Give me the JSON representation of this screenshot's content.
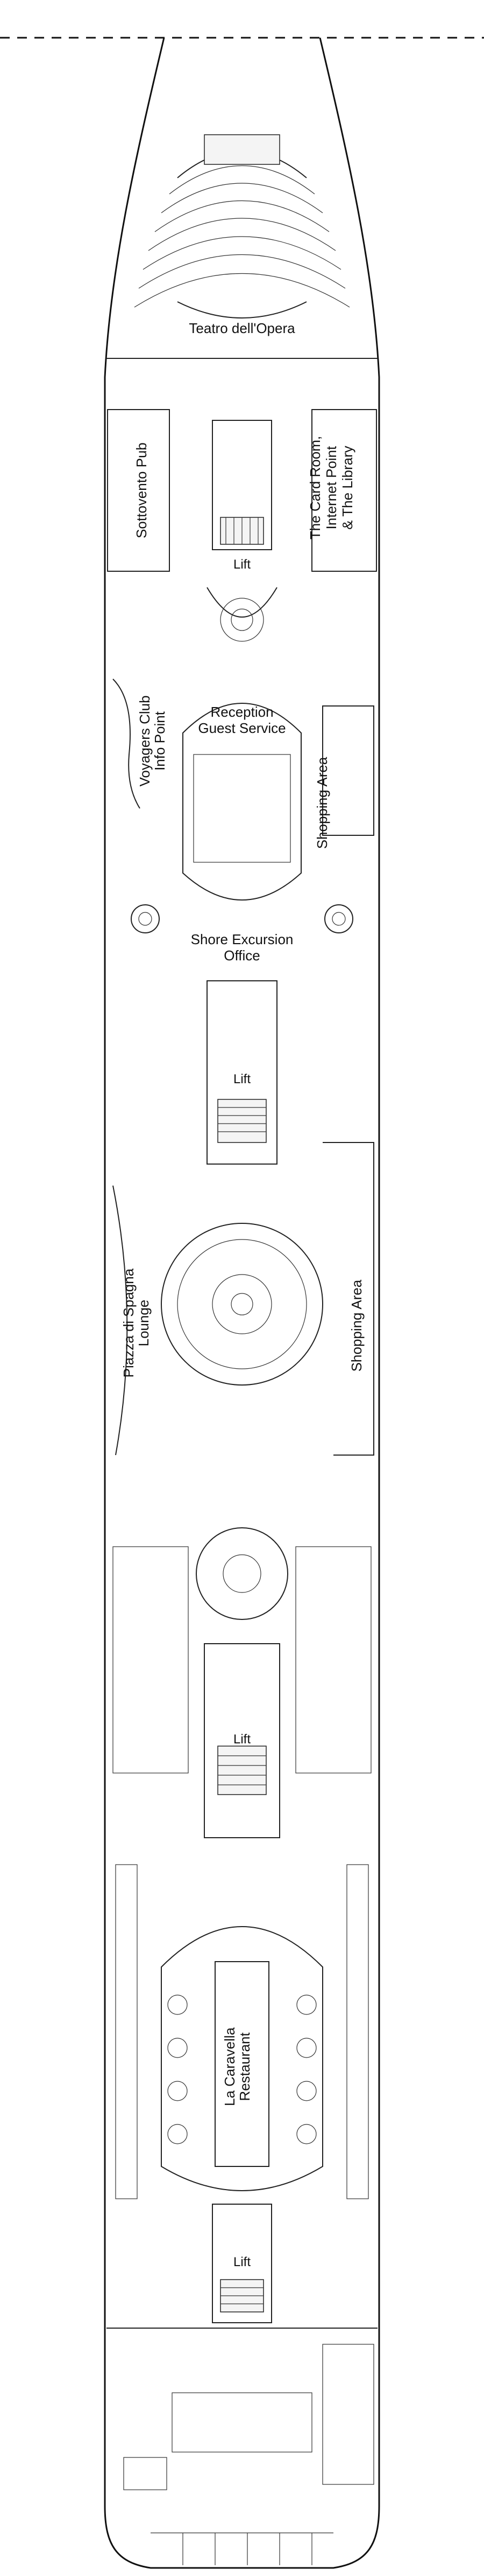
{
  "diagram": {
    "labels": {
      "teatro": "Teatro dell'Opera",
      "sottovento": "Sottovento Pub",
      "card_room_1": "The Card Room,",
      "card_room_2": "Internet Point",
      "card_room_3": "& The Library",
      "voyagers_1": "Voyagers Club",
      "voyagers_2": "Info Point",
      "reception_1": "Reception",
      "reception_2": "Guest Service",
      "shopping_1": "Shopping Area",
      "shore_1": "Shore Excursion",
      "shore_2": "Office",
      "piazza_1": "Piazza di Spagna",
      "piazza_2": "Lounge",
      "shopping_2": "Shopping Area",
      "caravella_1": "La Caravella",
      "caravella_2": "Restaurant"
    },
    "lifts": [
      "Lift",
      "Lift",
      "Lift",
      "Lift"
    ]
  }
}
